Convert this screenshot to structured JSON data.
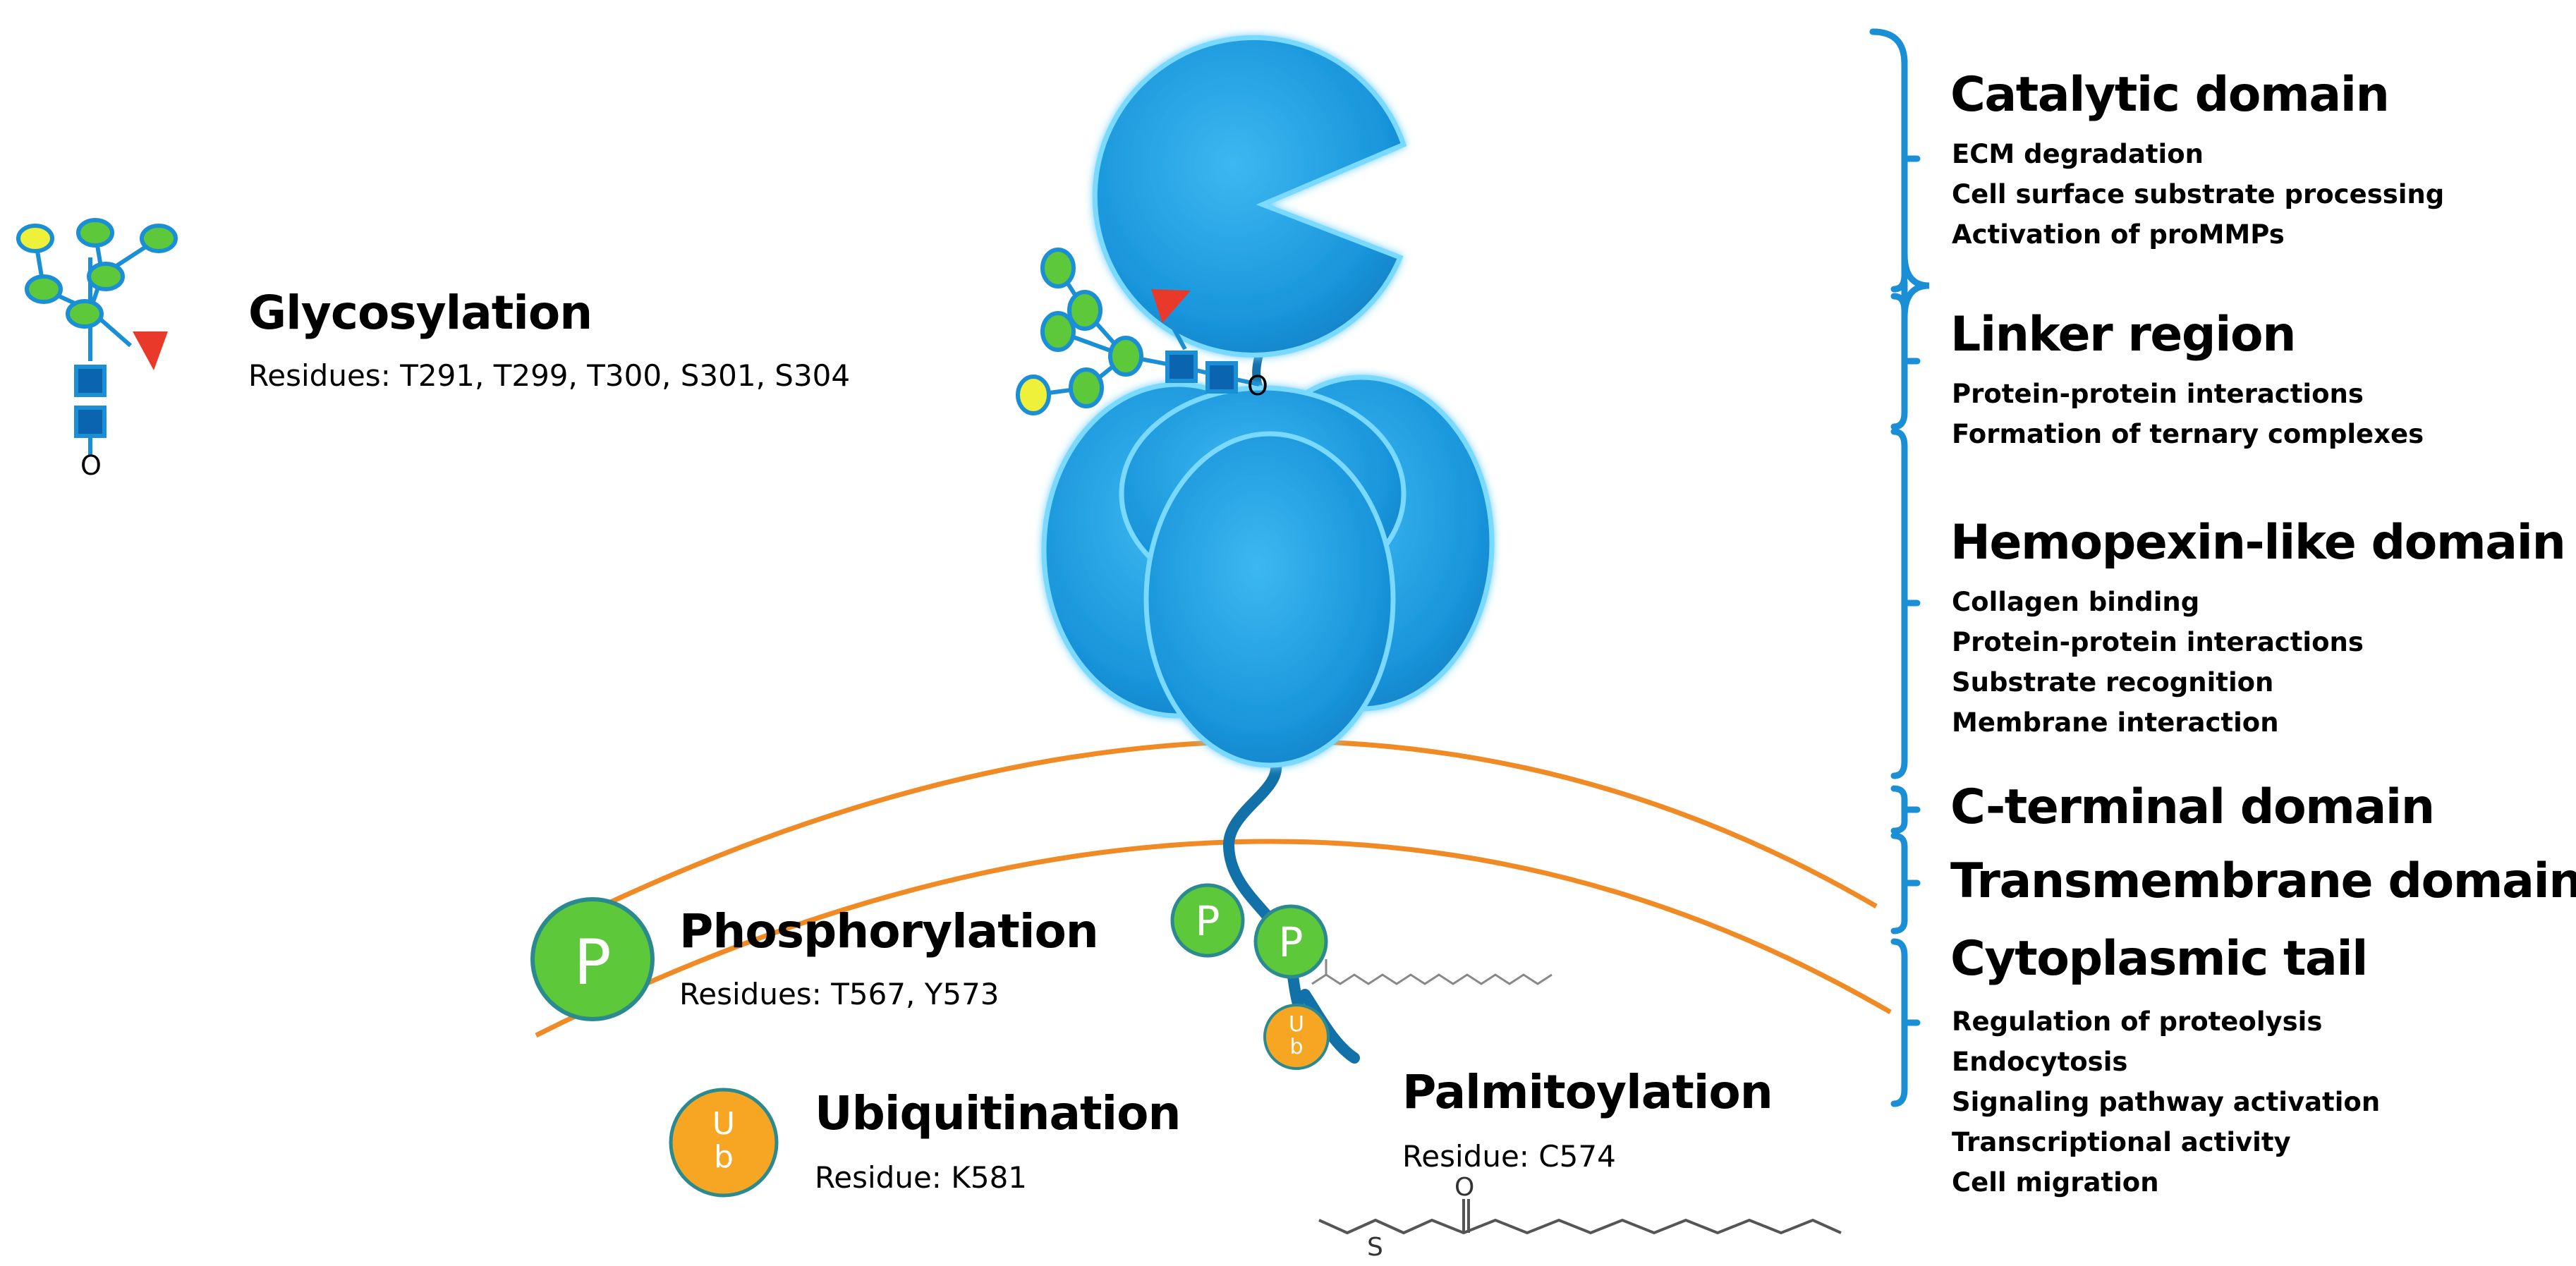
{
  "ptms": {
    "glycosylation": {
      "title": "Glycosylation",
      "residues": "Residues: T291, T299, T300, S301, S304"
    },
    "phosphorylation": {
      "title": "Phosphorylation",
      "residues": "Residues: T567, Y573"
    },
    "ubiquitination": {
      "title": "Ubiquitination",
      "residues": "Residue: K581"
    },
    "palmitoylation": {
      "title": "Palmitoylation",
      "residues": "Residue: C574"
    }
  },
  "domains": [
    {
      "title": "Catalytic domain",
      "items": [
        "ECM degradation",
        "Cell surface substrate processing",
        "Activation of proMMPs"
      ]
    },
    {
      "title": "Linker region",
      "items": [
        "Protein-protein interactions",
        "Formation of ternary complexes"
      ]
    },
    {
      "title": "Hemopexin-like domain",
      "items": [
        "Collagen binding",
        "Protein-protein interactions",
        "Substrate recognition",
        "Membrane interaction"
      ]
    },
    {
      "title": "C-terminal domain",
      "items": []
    },
    {
      "title": "Transmembrane domain",
      "items": []
    },
    {
      "title": "Cytoplasmic tail",
      "items": [
        "Regulation of proteolysis",
        "Endocytosis",
        "Signaling pathway activation",
        "Transcriptional activity",
        "Cell migration"
      ]
    }
  ],
  "glyph_labels": {
    "phospho": "P",
    "ubiquitin_top": "U",
    "ubiquitin_bottom": "b",
    "glycan_o": "O",
    "thioester_o": "O",
    "thioester_s": "S"
  },
  "colors": {
    "protein_blue": "#1a9ee0",
    "protein_edge": "#6fd3ff",
    "membrane_orange": "#f08a24",
    "bracket_blue": "#1b8fd6",
    "glycan_green": "#5cc83a",
    "glycan_yellow": "#eef03a",
    "glycan_square": "#0a64b0",
    "fucose_red": "#e8392b",
    "ubiquitin_orange": "#f6a623",
    "phospho_green": "#5cc83a"
  }
}
